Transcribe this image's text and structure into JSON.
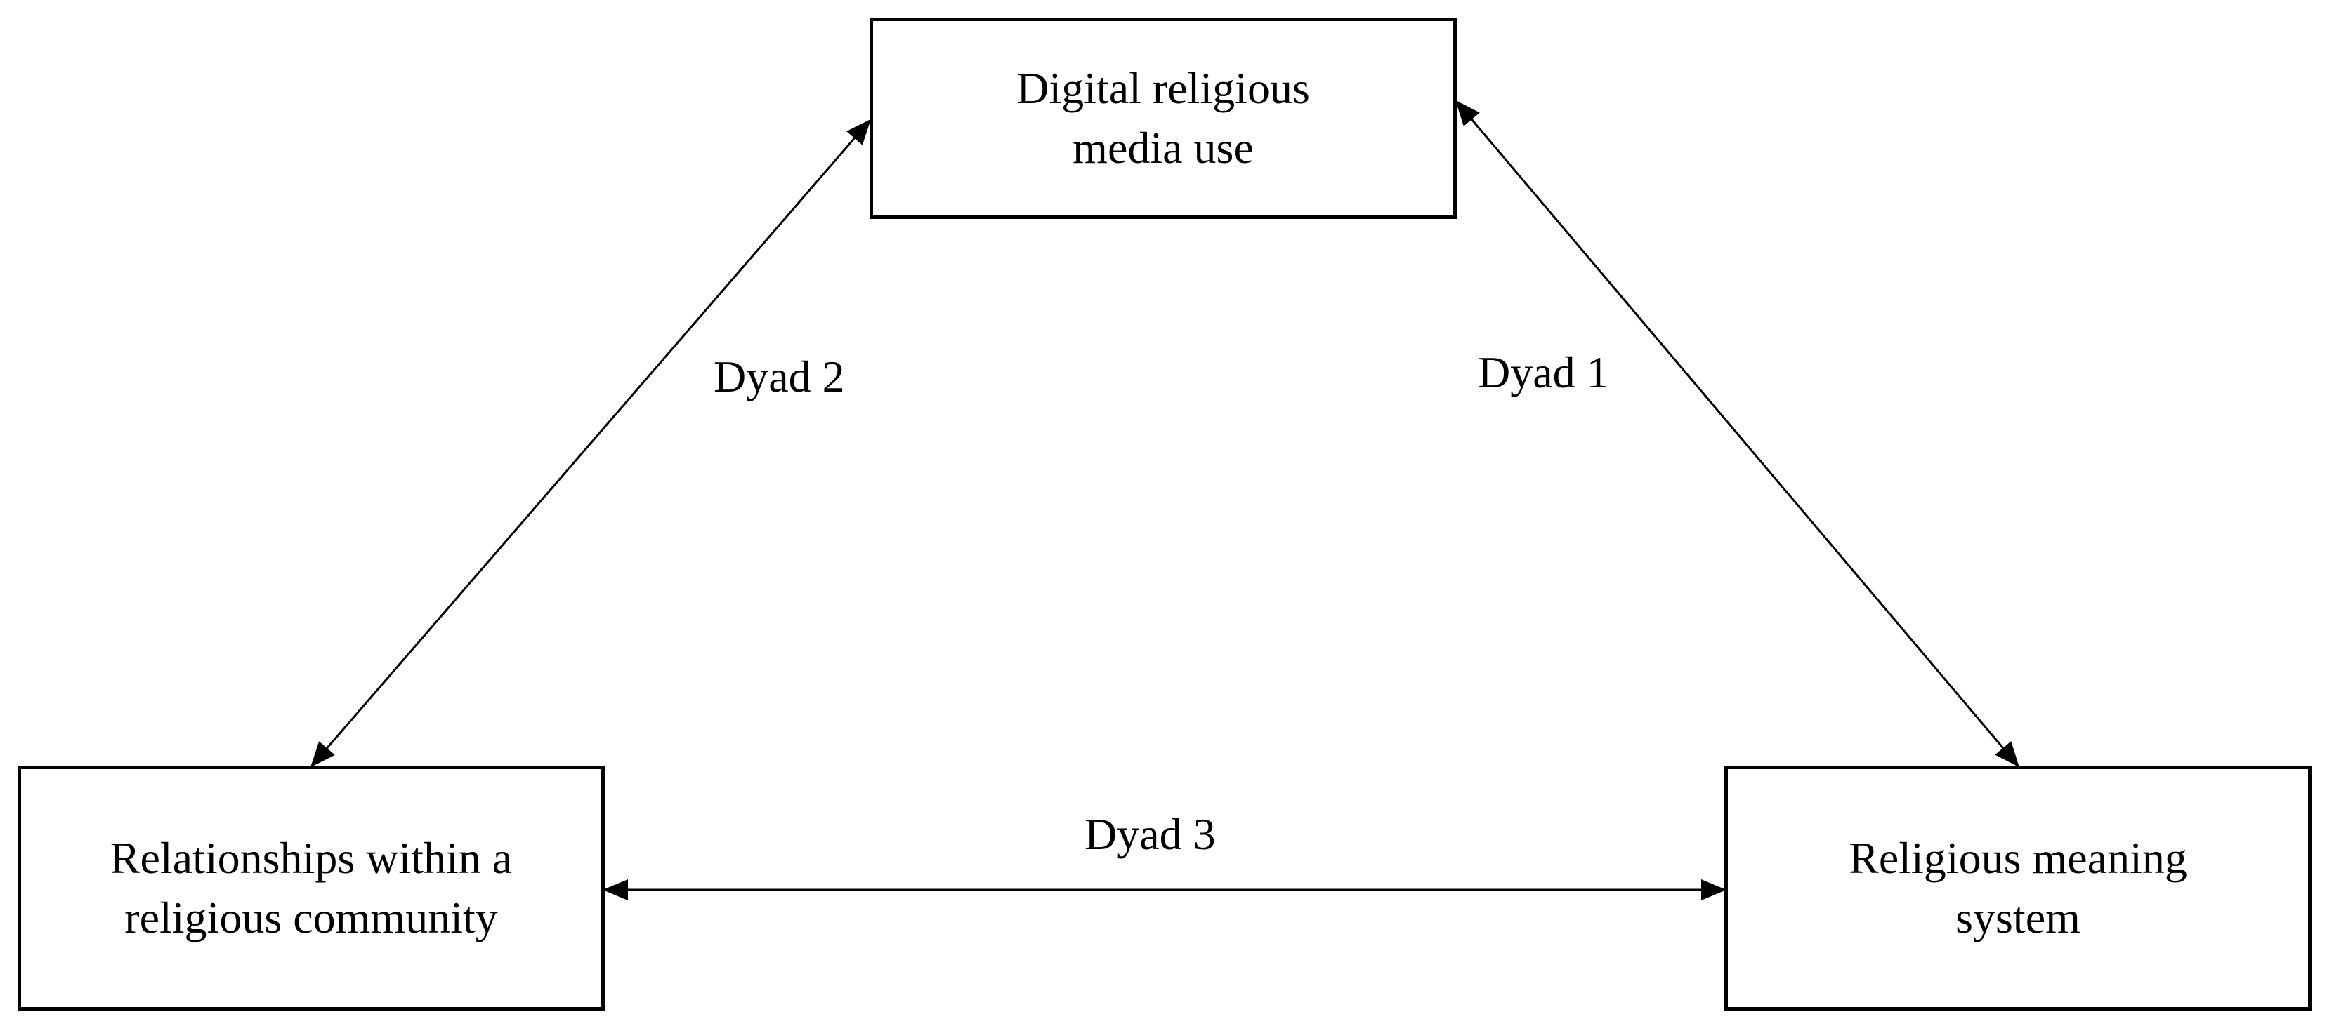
{
  "nodes": {
    "media": {
      "label": "Digital religious\nmedia use"
    },
    "community": {
      "label": "Relationships within a\nreligious community"
    },
    "meaning": {
      "label": "Religious meaning\nsystem"
    }
  },
  "edges": {
    "dyad1": {
      "label": "Dyad 1",
      "from": "media",
      "to": "meaning",
      "direction": "bidirectional"
    },
    "dyad2": {
      "label": "Dyad 2",
      "from": "media",
      "to": "community",
      "direction": "bidirectional"
    },
    "dyad3": {
      "label": "Dyad 3",
      "from": "community",
      "to": "meaning",
      "direction": "bidirectional"
    }
  },
  "colors": {
    "stroke": "#000000",
    "background": "#ffffff"
  }
}
